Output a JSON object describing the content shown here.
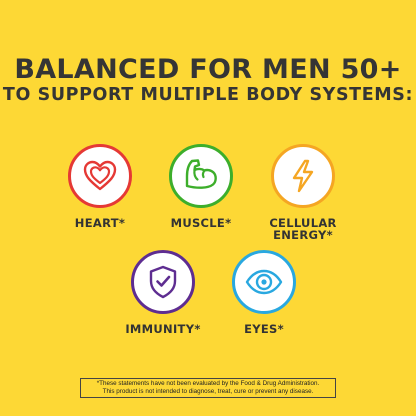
{
  "headline": "BALANCED FOR MEN 50+",
  "subheadline": "TO SUPPORT MULTIPLE BODY SYSTEMS:",
  "benefits": [
    {
      "label_lines": [
        "HEART*"
      ],
      "icon": "heart-icon",
      "color": "#E53935"
    },
    {
      "label_lines": [
        "MUSCLE*"
      ],
      "icon": "flexed-arm-icon",
      "color": "#3DAE2B"
    },
    {
      "label_lines": [
        "CELLULAR",
        "ENERGY*"
      ],
      "icon": "lightning-bolt-icon",
      "color": "#F5A623"
    },
    {
      "label_lines": [
        "IMMUNITY*"
      ],
      "icon": "shield-check-icon",
      "color": "#5E2D91"
    },
    {
      "label_lines": [
        "EYES*"
      ],
      "icon": "eye-icon",
      "color": "#29A8E0"
    }
  ],
  "disclaimer": {
    "line1": "*These statements have not been evaluated by the Food & Drug Administration.",
    "line2": "This product is not intended to diagnose, treat, cure or prevent any disease."
  }
}
